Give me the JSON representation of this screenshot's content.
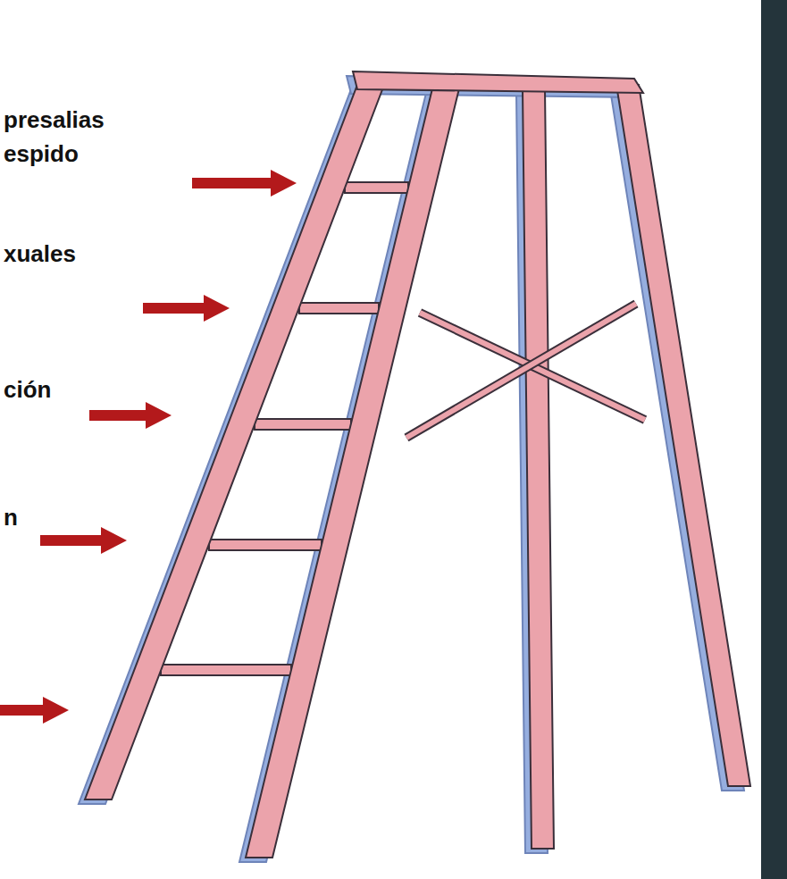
{
  "diagram": {
    "labels": [
      "presalias",
      "espido",
      "xuales",
      "ción",
      "n"
    ]
  }
}
